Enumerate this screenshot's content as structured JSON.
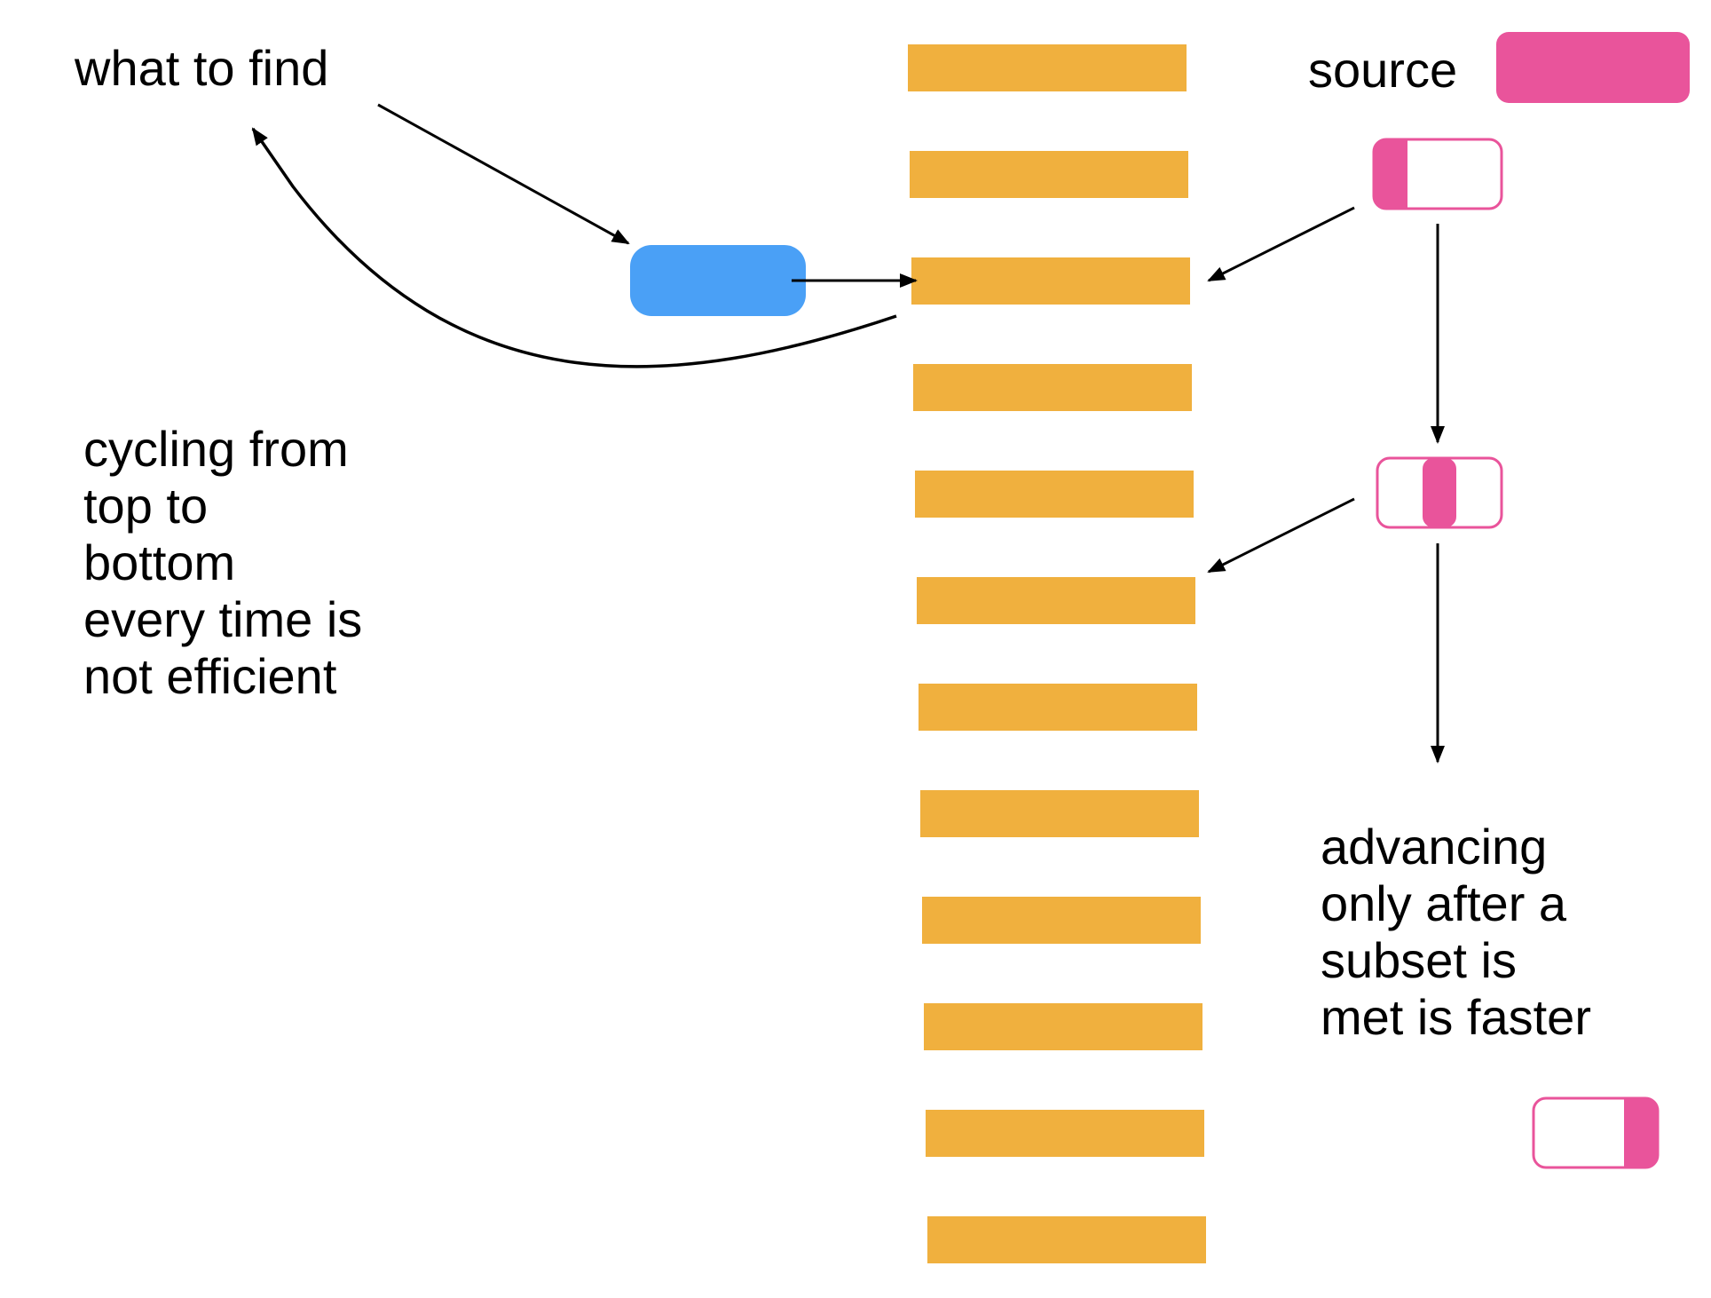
{
  "labels": {
    "what_to_find": "what to find",
    "source": "source",
    "left_note": [
      "cycling from",
      "top to",
      "bottom",
      "every time is",
      "not efficient"
    ],
    "right_note": [
      "advancing",
      "only after a",
      "subset is",
      "met is faster"
    ]
  },
  "list": {
    "item_count": 12
  },
  "window_states": {
    "highlight_positions": [
      "start",
      "middle",
      "end"
    ]
  },
  "colors": {
    "list_item": "#F0B03E",
    "query_block": "#4AA0F6",
    "source_block": "#E9549B",
    "arrow": "#000000",
    "text": "#000000",
    "background": "#FFFFFF"
  }
}
